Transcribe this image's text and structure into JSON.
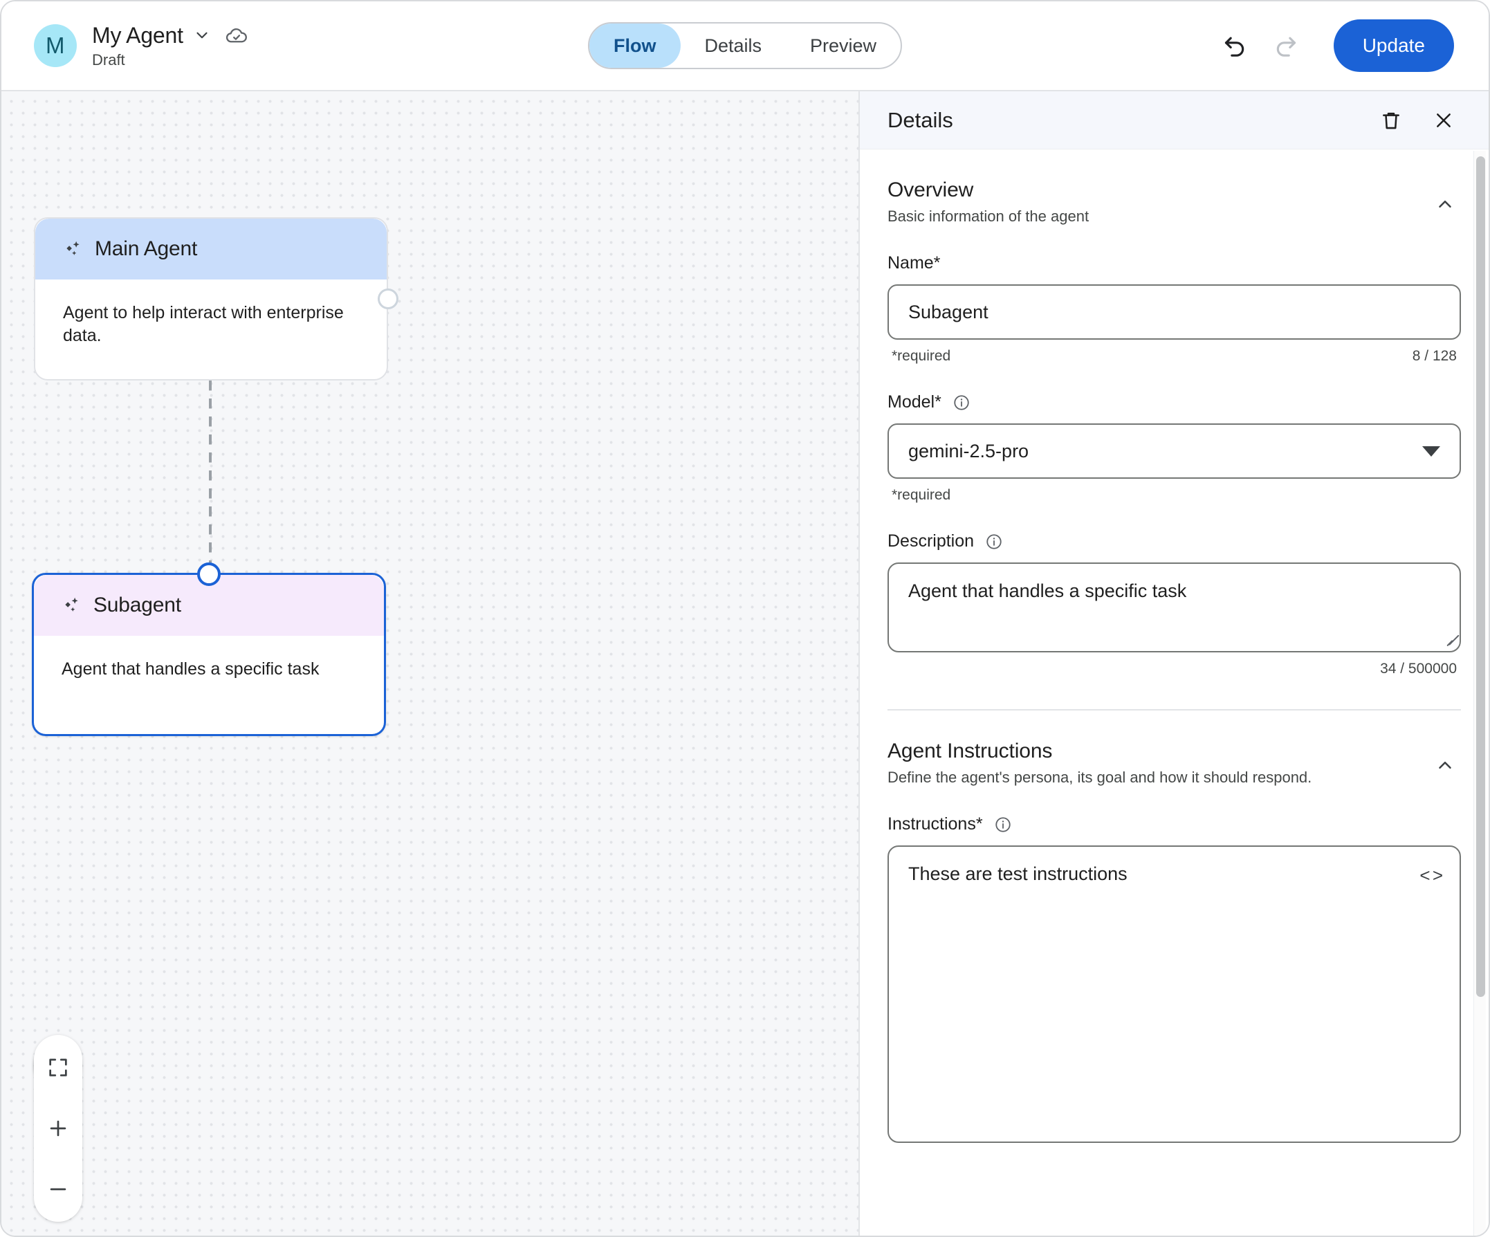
{
  "header": {
    "avatar_initial": "M",
    "agent_name": "My Agent",
    "status": "Draft",
    "name_dropdown_icon": "chevron-down-icon",
    "cloud_saved_icon": "cloud-check-icon",
    "tabs": [
      {
        "label": "Flow",
        "active": true
      },
      {
        "label": "Details",
        "active": false
      },
      {
        "label": "Preview",
        "active": false
      }
    ],
    "undo_icon": "undo-icon",
    "redo_icon": "redo-icon",
    "update_label": "Update",
    "accent_color": "#1b62d6",
    "active_tab_bg": "#b9e0fb",
    "active_tab_text": "#11518c",
    "avatar_bg": "#a6e7f7"
  },
  "canvas": {
    "nodes": [
      {
        "id": "main-agent",
        "title": "Main Agent",
        "description": "Agent to help interact with enterprise data.",
        "header_color": "#c9ddfb",
        "selected": false
      },
      {
        "id": "subagent",
        "title": "Subagent",
        "description": "Agent that handles a specific task",
        "header_color": "#f6eafc",
        "selected": true
      }
    ],
    "controls": {
      "assistant_icon": "chat-sparkle-icon",
      "fit_icon": "fit-to-screen-icon",
      "zoom_in_icon": "plus-icon",
      "zoom_out_icon": "minus-icon"
    },
    "background_dot_color": "#e1e3e7",
    "background_color": "#f6f7f9"
  },
  "panel": {
    "title": "Details",
    "delete_icon": "trash-icon",
    "close_icon": "close-icon",
    "sections": [
      {
        "title": "Overview",
        "subtitle": "Basic information of the agent",
        "collapse_icon": "chevron-up-icon"
      },
      {
        "title": "Agent Instructions",
        "subtitle": "Define the agent's persona, its goal and how it should respond.",
        "collapse_icon": "chevron-up-icon"
      }
    ],
    "fields": {
      "name": {
        "label": "Name*",
        "value": "Subagent",
        "helper_left": "*required",
        "helper_right": "8 / 128"
      },
      "model": {
        "label": "Model*",
        "info_icon": "info-icon",
        "value": "gemini-2.5-pro",
        "dropdown_icon": "caret-down-icon",
        "helper_left": "*required"
      },
      "description": {
        "label": "Description",
        "info_icon": "info-icon",
        "value": "Agent that handles a specific task",
        "helper_right": "34 / 500000"
      },
      "instructions": {
        "label": "Instructions*",
        "info_icon": "info-icon",
        "value": "These are test instructions",
        "code_toggle_icon": "code-brackets-icon",
        "code_toggle_label": "< >"
      }
    }
  }
}
